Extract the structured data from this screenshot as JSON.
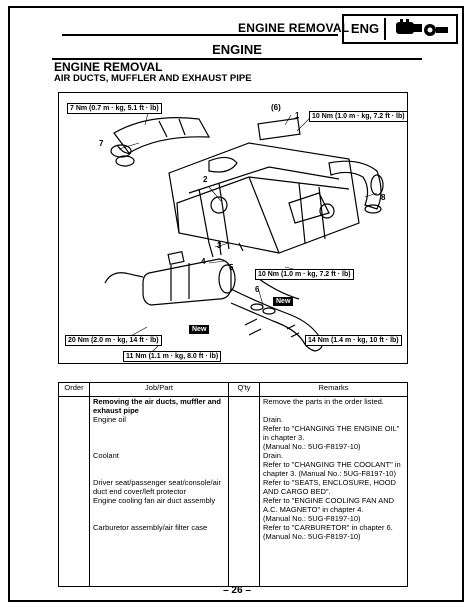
{
  "header": {
    "title": "ENGINE REMOVAL",
    "badge": "ENG",
    "badge_icon": "engine-icon"
  },
  "section_title": "ENGINE",
  "subsection": {
    "title": "ENGINE REMOVAL",
    "subtitle": "AIR DUCTS, MUFFLER AND EXHAUST PIPE"
  },
  "diagram": {
    "torques": [
      "7 Nm (0.7 m · kg, 5.1 ft · lb)",
      "10 Nm (1.0 m · kg, 7.2 ft · lb)",
      "10 Nm (1.0 m · kg, 7.2 ft · lb)",
      "20 Nm (2.0 m · kg, 14 ft · lb)",
      "11 Nm (1.1 m · kg, 8.0 ft · lb)",
      "14 Nm (1.4 m · kg, 10 ft · lb)"
    ],
    "callouts": [
      "(6)",
      "1",
      "7",
      "2",
      "8",
      "3",
      "4",
      "5",
      "6"
    ],
    "new_tags": [
      "New",
      "New"
    ]
  },
  "table": {
    "headers": [
      "Order",
      "Job/Part",
      "Q'ty",
      "Remarks"
    ],
    "rows": [
      {
        "order": "",
        "job": [
          "Removing the air ducts, muffler and",
          "exhaust pipe"
        ],
        "job_bold": true,
        "qty": "",
        "remarks": [
          "Remove the parts in the order listed."
        ]
      },
      {
        "order": "",
        "job": [
          "Engine oil"
        ],
        "job_bold": false,
        "qty": "",
        "remarks": [
          "Drain.",
          "Refer to \"CHANGING THE ENGINE OIL\"",
          "in chapter 3.",
          "(Manual No.: 5UG-F8197-10)"
        ]
      },
      {
        "order": "",
        "job": [
          "Coolant"
        ],
        "job_bold": false,
        "qty": "",
        "remarks": [
          "Drain.",
          "Refer to \"CHANGING THE COOLANT\" in",
          "chapter 3. (Manual No.: 5UG-F8197-10)"
        ]
      },
      {
        "order": "",
        "job": [
          "Driver seat/passenger seat/console/air",
          "duct end cover/left protector"
        ],
        "job_bold": false,
        "qty": "",
        "remarks": [
          "Refer to \"SEATS, ENCLOSURE, HOOD",
          "AND CARGO BED\"."
        ]
      },
      {
        "order": "",
        "job": [
          "Engine cooling fan air duct assembly"
        ],
        "job_bold": false,
        "qty": "",
        "remarks": [
          "Refer to \"ENGINE COOLING FAN AND",
          "A.C. MAGNETO\" in chapter 4.",
          "(Manual No.: 5UG-F8197-10)"
        ]
      },
      {
        "order": "",
        "job": [
          "Carburetor assembly/air filter case"
        ],
        "job_bold": false,
        "qty": "",
        "remarks": [
          "Refer to \"CARBURETOR\" in chapter 6.",
          "(Manual No.: 5UG-F8197-10)"
        ]
      }
    ]
  },
  "page_number": "– 26 –"
}
